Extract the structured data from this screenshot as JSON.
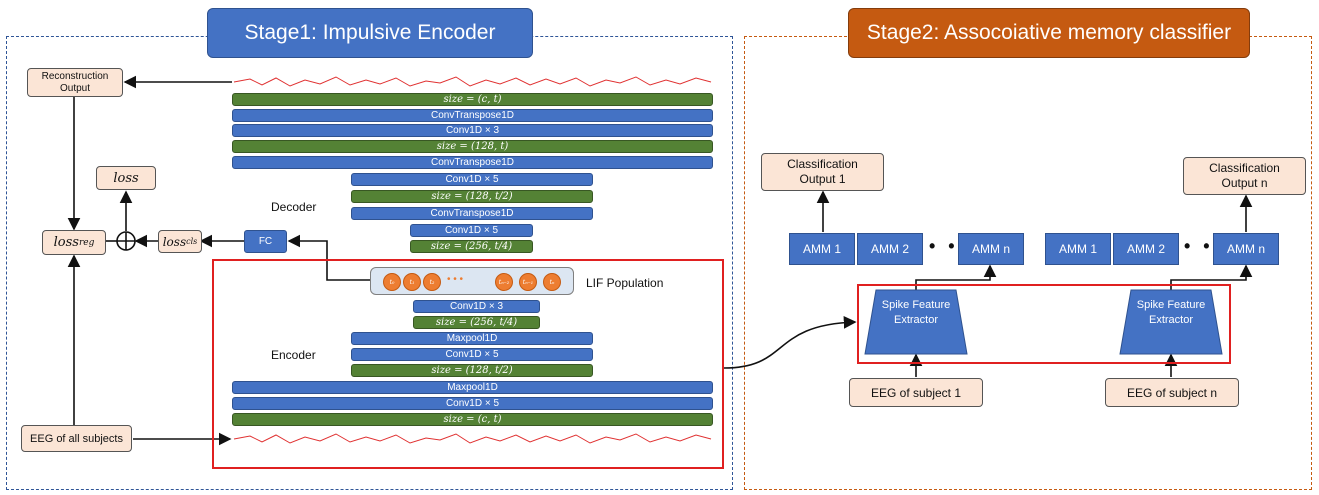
{
  "stage1": {
    "title": "Stage1: Impulsive Encoder",
    "reconstruction_output": "Reconstruction Output",
    "loss": "loss",
    "loss_reg": "loss",
    "loss_reg_sub": "reg",
    "loss_cls": "loss",
    "loss_cls_sub": "cls",
    "fc": "FC",
    "decoder_label": "Decoder",
    "encoder_label": "Encoder",
    "lif_label": "LIF Population",
    "eeg_all": "EEG of all subjects",
    "decoder_layers": [
      "size = (c, t)",
      "ConvTranspose1D",
      "Conv1D × 3",
      "size = (128, t)",
      "ConvTranspose1D",
      "Conv1D × 5",
      "size = (128, t/2)",
      "ConvTranspose1D",
      "Conv1D × 5",
      "size = (256, t/4)"
    ],
    "encoder_layers": [
      "Conv1D × 3",
      "size = (256, t/4)",
      "Maxpool1D",
      "Conv1D × 5",
      "size = (128, t/2)",
      "Maxpool1D",
      "Conv1D × 5",
      "size = (c, t)"
    ],
    "neurons": [
      "t₀",
      "t₁",
      "t₂",
      "tₙ₋₂",
      "tₙ₋₁",
      "tₙ"
    ],
    "neuron_dots": "• • •"
  },
  "stage2": {
    "title": "Stage2: Assocoiative memory classifier",
    "class_out_1": "Classification Output 1",
    "class_out_n": "Classification Output n",
    "amm_left": [
      "AMM 1",
      "AMM 2",
      "AMM n"
    ],
    "amm_right": [
      "AMM 1",
      "AMM 2",
      "AMM n"
    ],
    "dots": "• •",
    "sfe_1": "Spike Feature Extractor",
    "sfe_n": "Spike Feature Extractor",
    "eeg_1": "EEG of subject 1",
    "eeg_n": "EEG of subject n"
  },
  "colors": {
    "stage1_title": "#4472c4",
    "stage2_title": "#c55a11",
    "stage1_border": "#2f5597",
    "stage2_border": "#c55a11",
    "layer_blue": "#4472c4",
    "layer_green": "#548235",
    "peach": "#fbe5d6",
    "neuron": "#ed7d31",
    "highlight": "#e02020"
  }
}
